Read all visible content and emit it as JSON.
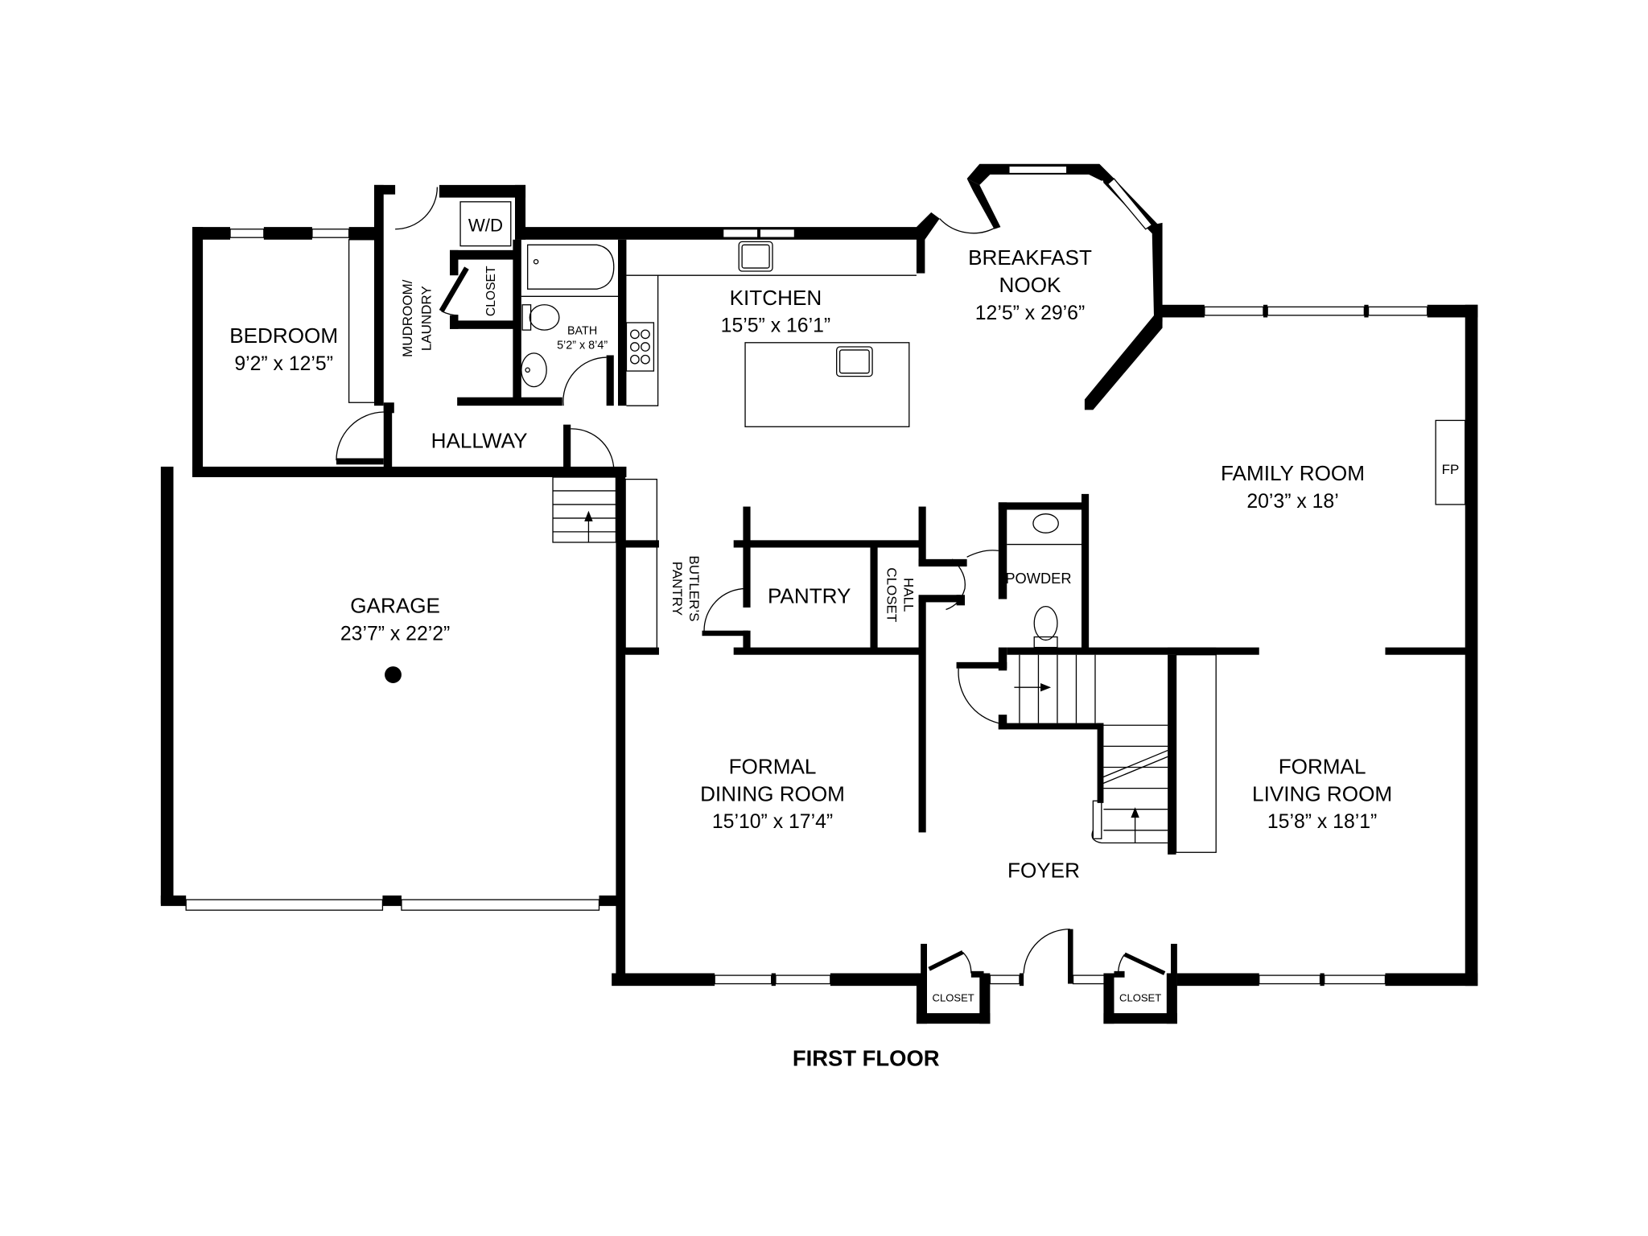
{
  "title": "FIRST FLOOR",
  "rooms": {
    "bedroom": {
      "name": "BEDROOM",
      "dims": "9’2” x 12’5”"
    },
    "mudroom": {
      "name_line1": "MUDROOM/",
      "name_line2": "LAUNDRY"
    },
    "wd": {
      "name": "W/D"
    },
    "closet_mud": {
      "name": "CLOSET"
    },
    "bath": {
      "name": "BATH",
      "dims": "5’2” x 8’4”"
    },
    "kitchen": {
      "name": "KITCHEN",
      "dims": "15’5” x 16’1”"
    },
    "breakfast": {
      "name_line1": "BREAKFAST",
      "name_line2": "NOOK",
      "dims": "12’5” x 29’6”"
    },
    "hallway": {
      "name": "HALLWAY"
    },
    "family": {
      "name": "FAMILY ROOM",
      "dims": "20’3” x 18’"
    },
    "fireplace": {
      "name": "FP"
    },
    "garage": {
      "name": "GARAGE",
      "dims": "23’7” x 22’2”"
    },
    "butlers": {
      "name_line1": "BUTLER’S",
      "name_line2": "PANTRY"
    },
    "pantry": {
      "name": "PANTRY"
    },
    "hall_closet": {
      "name_line1": "HALL",
      "name_line2": "CLOSET"
    },
    "powder": {
      "name": "POWDER"
    },
    "dining": {
      "name_line1": "FORMAL",
      "name_line2": "DINING ROOM",
      "dims": "15’10” x 17’4”"
    },
    "living": {
      "name_line1": "FORMAL",
      "name_line2": "LIVING ROOM",
      "dims": "15’8” x 18’1”"
    },
    "foyer": {
      "name": "FOYER"
    },
    "closet_front_left": {
      "name": "CLOSET"
    },
    "closet_front_right": {
      "name": "CLOSET"
    }
  },
  "colors": {
    "walls": "#000000",
    "background": "#ffffff"
  }
}
